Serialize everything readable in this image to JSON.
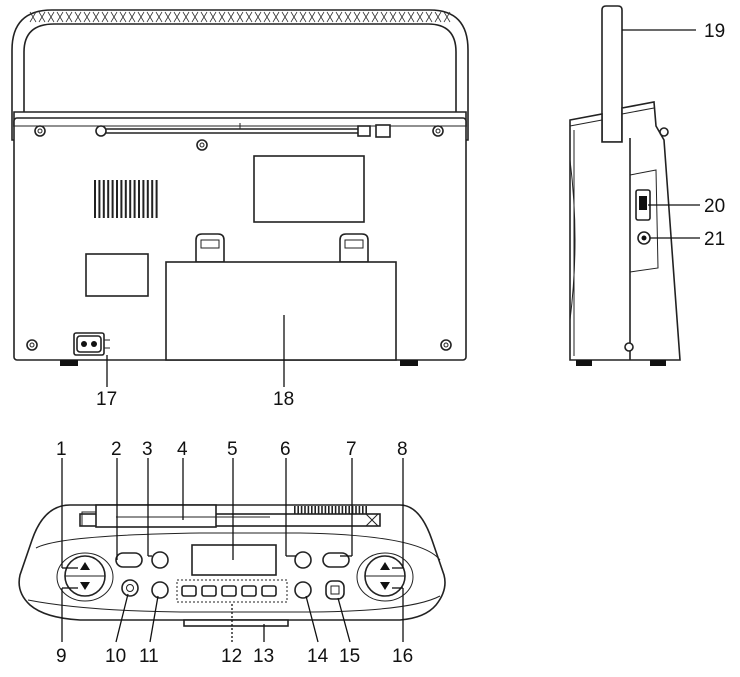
{
  "figure": {
    "callouts": [
      {
        "id": "c1",
        "label": "1"
      },
      {
        "id": "c2",
        "label": "2"
      },
      {
        "id": "c3",
        "label": "3"
      },
      {
        "id": "c4",
        "label": "4"
      },
      {
        "id": "c5",
        "label": "5"
      },
      {
        "id": "c6",
        "label": "6"
      },
      {
        "id": "c7",
        "label": "7"
      },
      {
        "id": "c8",
        "label": "8"
      },
      {
        "id": "c9",
        "label": "9"
      },
      {
        "id": "c10",
        "label": "10"
      },
      {
        "id": "c11",
        "label": "11"
      },
      {
        "id": "c12",
        "label": "12"
      },
      {
        "id": "c13",
        "label": "13"
      },
      {
        "id": "c14",
        "label": "14"
      },
      {
        "id": "c15",
        "label": "15"
      },
      {
        "id": "c16",
        "label": "16"
      },
      {
        "id": "c17",
        "label": "17"
      },
      {
        "id": "c18",
        "label": "18"
      },
      {
        "id": "c19",
        "label": "19"
      },
      {
        "id": "c20",
        "label": "20"
      },
      {
        "id": "c21",
        "label": "21"
      }
    ]
  }
}
